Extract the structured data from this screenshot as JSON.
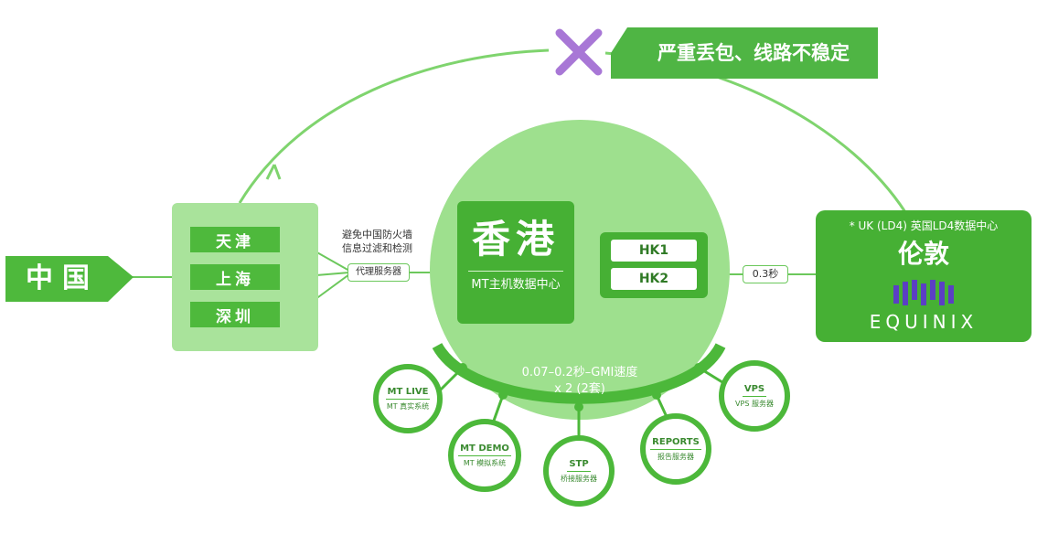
{
  "warning": {
    "text": "严重丢包、线路不稳定"
  },
  "china": {
    "label": "中国"
  },
  "cities": [
    {
      "label": "天津"
    },
    {
      "label": "上海"
    },
    {
      "label": "深圳"
    }
  ],
  "proxy": {
    "note_line1": "避免中国防火墙",
    "note_line2": "信息过滤和检测",
    "label": "代理服务器"
  },
  "hk": {
    "title": "香港",
    "subtitle": "MT主机数据中心",
    "servers": [
      "HK1",
      "HK2"
    ]
  },
  "speed": {
    "line1": "0.07–0.2秒–GMI速度",
    "line2": "x 2 (2套)"
  },
  "latency": {
    "label": "0.3秒"
  },
  "london": {
    "note": "* UK (LD4) 英国LD4数据中心",
    "title": "伦敦",
    "brand": "EQUINIX"
  },
  "services": [
    {
      "title": "MT LIVE",
      "sub": "MT 真实系统"
    },
    {
      "title": "MT DEMO",
      "sub": "MT 模拟系统"
    },
    {
      "title": "STP",
      "sub": "桥接服务器"
    },
    {
      "title": "REPORTS",
      "sub": "报告服务器"
    },
    {
      "title": "VPS",
      "sub": "VPS 服务器"
    }
  ],
  "colors": {
    "green": "#4cb83a",
    "light_green": "#9ee08e",
    "pale_green": "#a9e39b",
    "x_mark": "#a877d6"
  },
  "icons": {
    "blocked": "x-mark-icon",
    "equinix": "equinix-logo-icon"
  }
}
